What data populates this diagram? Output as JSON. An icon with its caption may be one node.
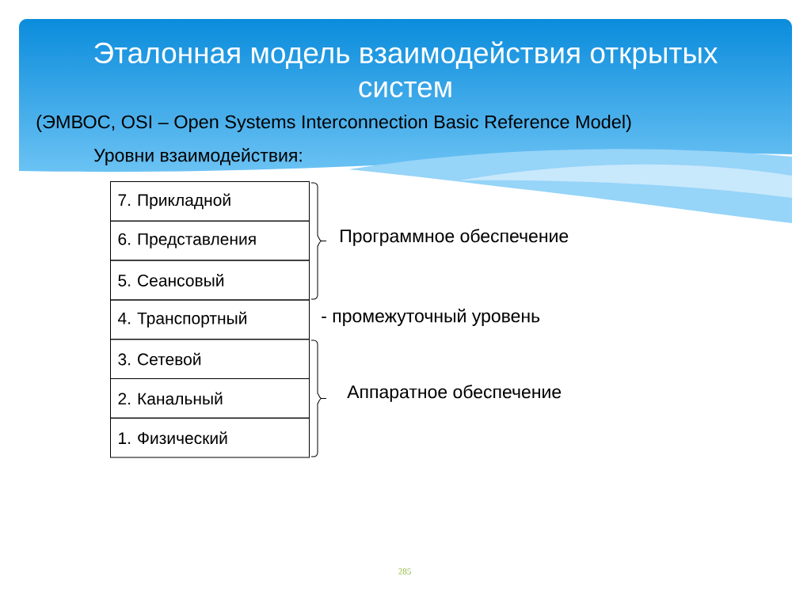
{
  "diagram": {
    "title": "Эталонная модель взаимодействия открытых систем",
    "nodes": [
      {
        "text": [
          "7. Прикладной"
        ]
      },
      {
        "text": [
          "6. Представления"
        ]
      },
      {
        "text": [
          "5. Сеансовый"
        ]
      },
      {
        "text": [
          "4. Транспортный"
        ]
      },
      {
        "text": [
          "3. Сетевой"
        ]
      },
      {
        "text": [
          "2. Канальный"
        ]
      },
      {
        "text": [
          "1. Физический"
        ]
      }
    ],
    "labels": [
      "(ЭМВОС, OSI – Open Systems Interconnection Basic Reference Model)",
      "Уровни взаимодействия:",
      "Программное обеспечение",
      "- промежуточный уровень",
      "Аппаратное обеспечение",
      "285"
    ]
  }
}
